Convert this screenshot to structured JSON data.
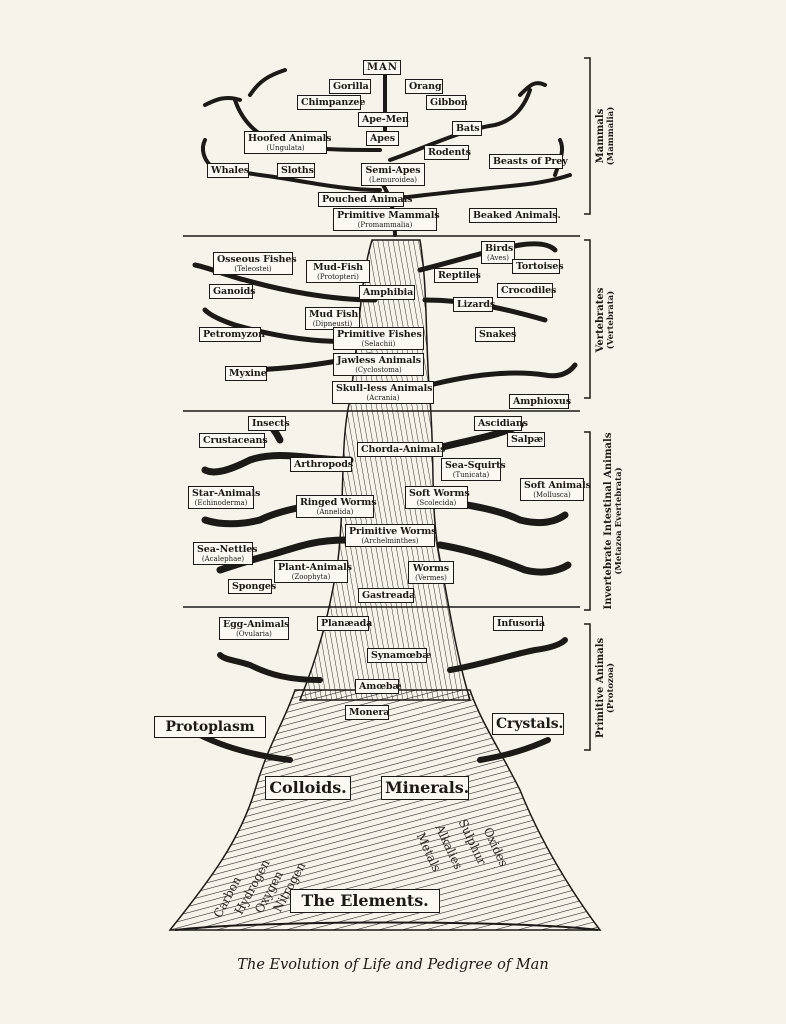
{
  "caption": "The Evolution of Life and Pedigree of Man",
  "nodes": {
    "man": {
      "name": "MAN"
    },
    "gorilla": {
      "name": "Gorilla"
    },
    "orang": {
      "name": "Orang"
    },
    "chimpanzee": {
      "name": "Chimpanzee"
    },
    "gibbon": {
      "name": "Gibbon"
    },
    "ape_men": {
      "name": "Ape-Men"
    },
    "bats": {
      "name": "Bats"
    },
    "hoofed": {
      "name": "Hoofed Animals",
      "latin": "(Ungulata)"
    },
    "apes": {
      "name": "Apes"
    },
    "rodents": {
      "name": "Rodents"
    },
    "beasts_of_prey": {
      "name": "Beasts of Prey"
    },
    "whales": {
      "name": "Whales"
    },
    "sloths": {
      "name": "Sloths"
    },
    "semi_apes": {
      "name": "Semi-Apes",
      "latin": "(Lemuroidea)"
    },
    "pouched": {
      "name": "Pouched Animals"
    },
    "primitive_mammals": {
      "name": "Primitive Mammals",
      "latin": "(Promammalia)"
    },
    "beaked": {
      "name": "Beaked Animals."
    },
    "osseous": {
      "name": "Osseous Fishes",
      "latin": "(Teleostei)"
    },
    "mudfish1": {
      "name": "Mud-Fish",
      "latin": "(Protopteri)"
    },
    "birds": {
      "name": "Birds",
      "latin": "(Aves)"
    },
    "tortoises": {
      "name": "Tortoises"
    },
    "reptiles": {
      "name": "Reptiles"
    },
    "ganoids": {
      "name": "Ganoids"
    },
    "amphibia": {
      "name": "Amphibia"
    },
    "crocodiles": {
      "name": "Crocodiles"
    },
    "lizards": {
      "name": "Lizards"
    },
    "mudfish2": {
      "name": "Mud Fish",
      "latin": "(Dipneusti)"
    },
    "petromyzon": {
      "name": "Petromyzon"
    },
    "primitive_fishes": {
      "name": "Primitive Fishes",
      "latin": "(Selachii)"
    },
    "snakes": {
      "name": "Snakes"
    },
    "jawless": {
      "name": "Jawless Animals",
      "latin": "(Cyclostoma)"
    },
    "myxine": {
      "name": "Myxine"
    },
    "skull_less": {
      "name": "Skull-less Animals",
      "latin": "(Acrania)"
    },
    "amphioxus": {
      "name": "Amphioxus"
    },
    "insects": {
      "name": "Insects"
    },
    "ascidians": {
      "name": "Ascidians"
    },
    "crustaceans": {
      "name": "Crustaceans"
    },
    "chorda": {
      "name": "Chorda-Animals"
    },
    "salpae": {
      "name": "Salpæ"
    },
    "arthropods": {
      "name": "Arthropods"
    },
    "sea_squirts": {
      "name": "Sea-Squirts",
      "latin": "(Tunicata)"
    },
    "soft_animals": {
      "name": "Soft Animals",
      "latin": "(Mollusca)"
    },
    "star_animals": {
      "name": "Star-Animals",
      "latin": "(Echinoderma)"
    },
    "soft_worms": {
      "name": "Soft Worms",
      "latin": "(Scolecida)"
    },
    "ringed_worms": {
      "name": "Ringed Worms",
      "latin": "(Annelida)"
    },
    "primitive_worms": {
      "name": "Primitive Worms",
      "latin": "(Archelminthes)"
    },
    "sea_nettles": {
      "name": "Sea-Nettles",
      "latin": "(Acalephae)"
    },
    "plant_animals": {
      "name": "Plant-Animals",
      "latin": "(Zoophyta)"
    },
    "worms": {
      "name": "Worms",
      "latin": "(Vermes)"
    },
    "sponges": {
      "name": "Sponges"
    },
    "gastreada": {
      "name": "Gastreada"
    },
    "egg_animals": {
      "name": "Egg-Animals",
      "latin": "(Ovularia)"
    },
    "planaeada": {
      "name": "Planæada"
    },
    "infusoria": {
      "name": "Infusoria"
    },
    "synamoebae": {
      "name": "Synamœbæ"
    },
    "amoebae": {
      "name": "Amœbæ"
    },
    "monera": {
      "name": "Monera"
    },
    "protoplasm": {
      "name": "Protoplasm"
    },
    "crystals": {
      "name": "Crystals."
    },
    "colloids": {
      "name": "Colloids."
    },
    "minerals": {
      "name": "Minerals."
    },
    "elements": {
      "name": "The Elements."
    }
  },
  "groups": {
    "mammals": {
      "name": "Mammals",
      "latin": "(Mammalia)"
    },
    "vertebrates": {
      "name": "Vertebrates",
      "latin": "(Vertebrata)"
    },
    "invertebrate": {
      "name": "Invertebrate Intestinal Animals",
      "latin": "(Metazoa Evertebrata)"
    },
    "primitive_animals": {
      "name": "Primitive Animals",
      "latin": "(Protozoa)"
    }
  },
  "roots": {
    "carbon": "Carbon",
    "hydrogen": "Hydrogen",
    "oxygen": "Oxygen",
    "nitrogen": "Nitrogen",
    "metals": "Metals",
    "alkalies": "Alkalies",
    "sulphur": "Sulphur",
    "oxides": "Oxides"
  },
  "colors": {
    "ink": "#1c1a16",
    "paper": "#f6f3ea",
    "label_bg": "#fbf9f2"
  }
}
